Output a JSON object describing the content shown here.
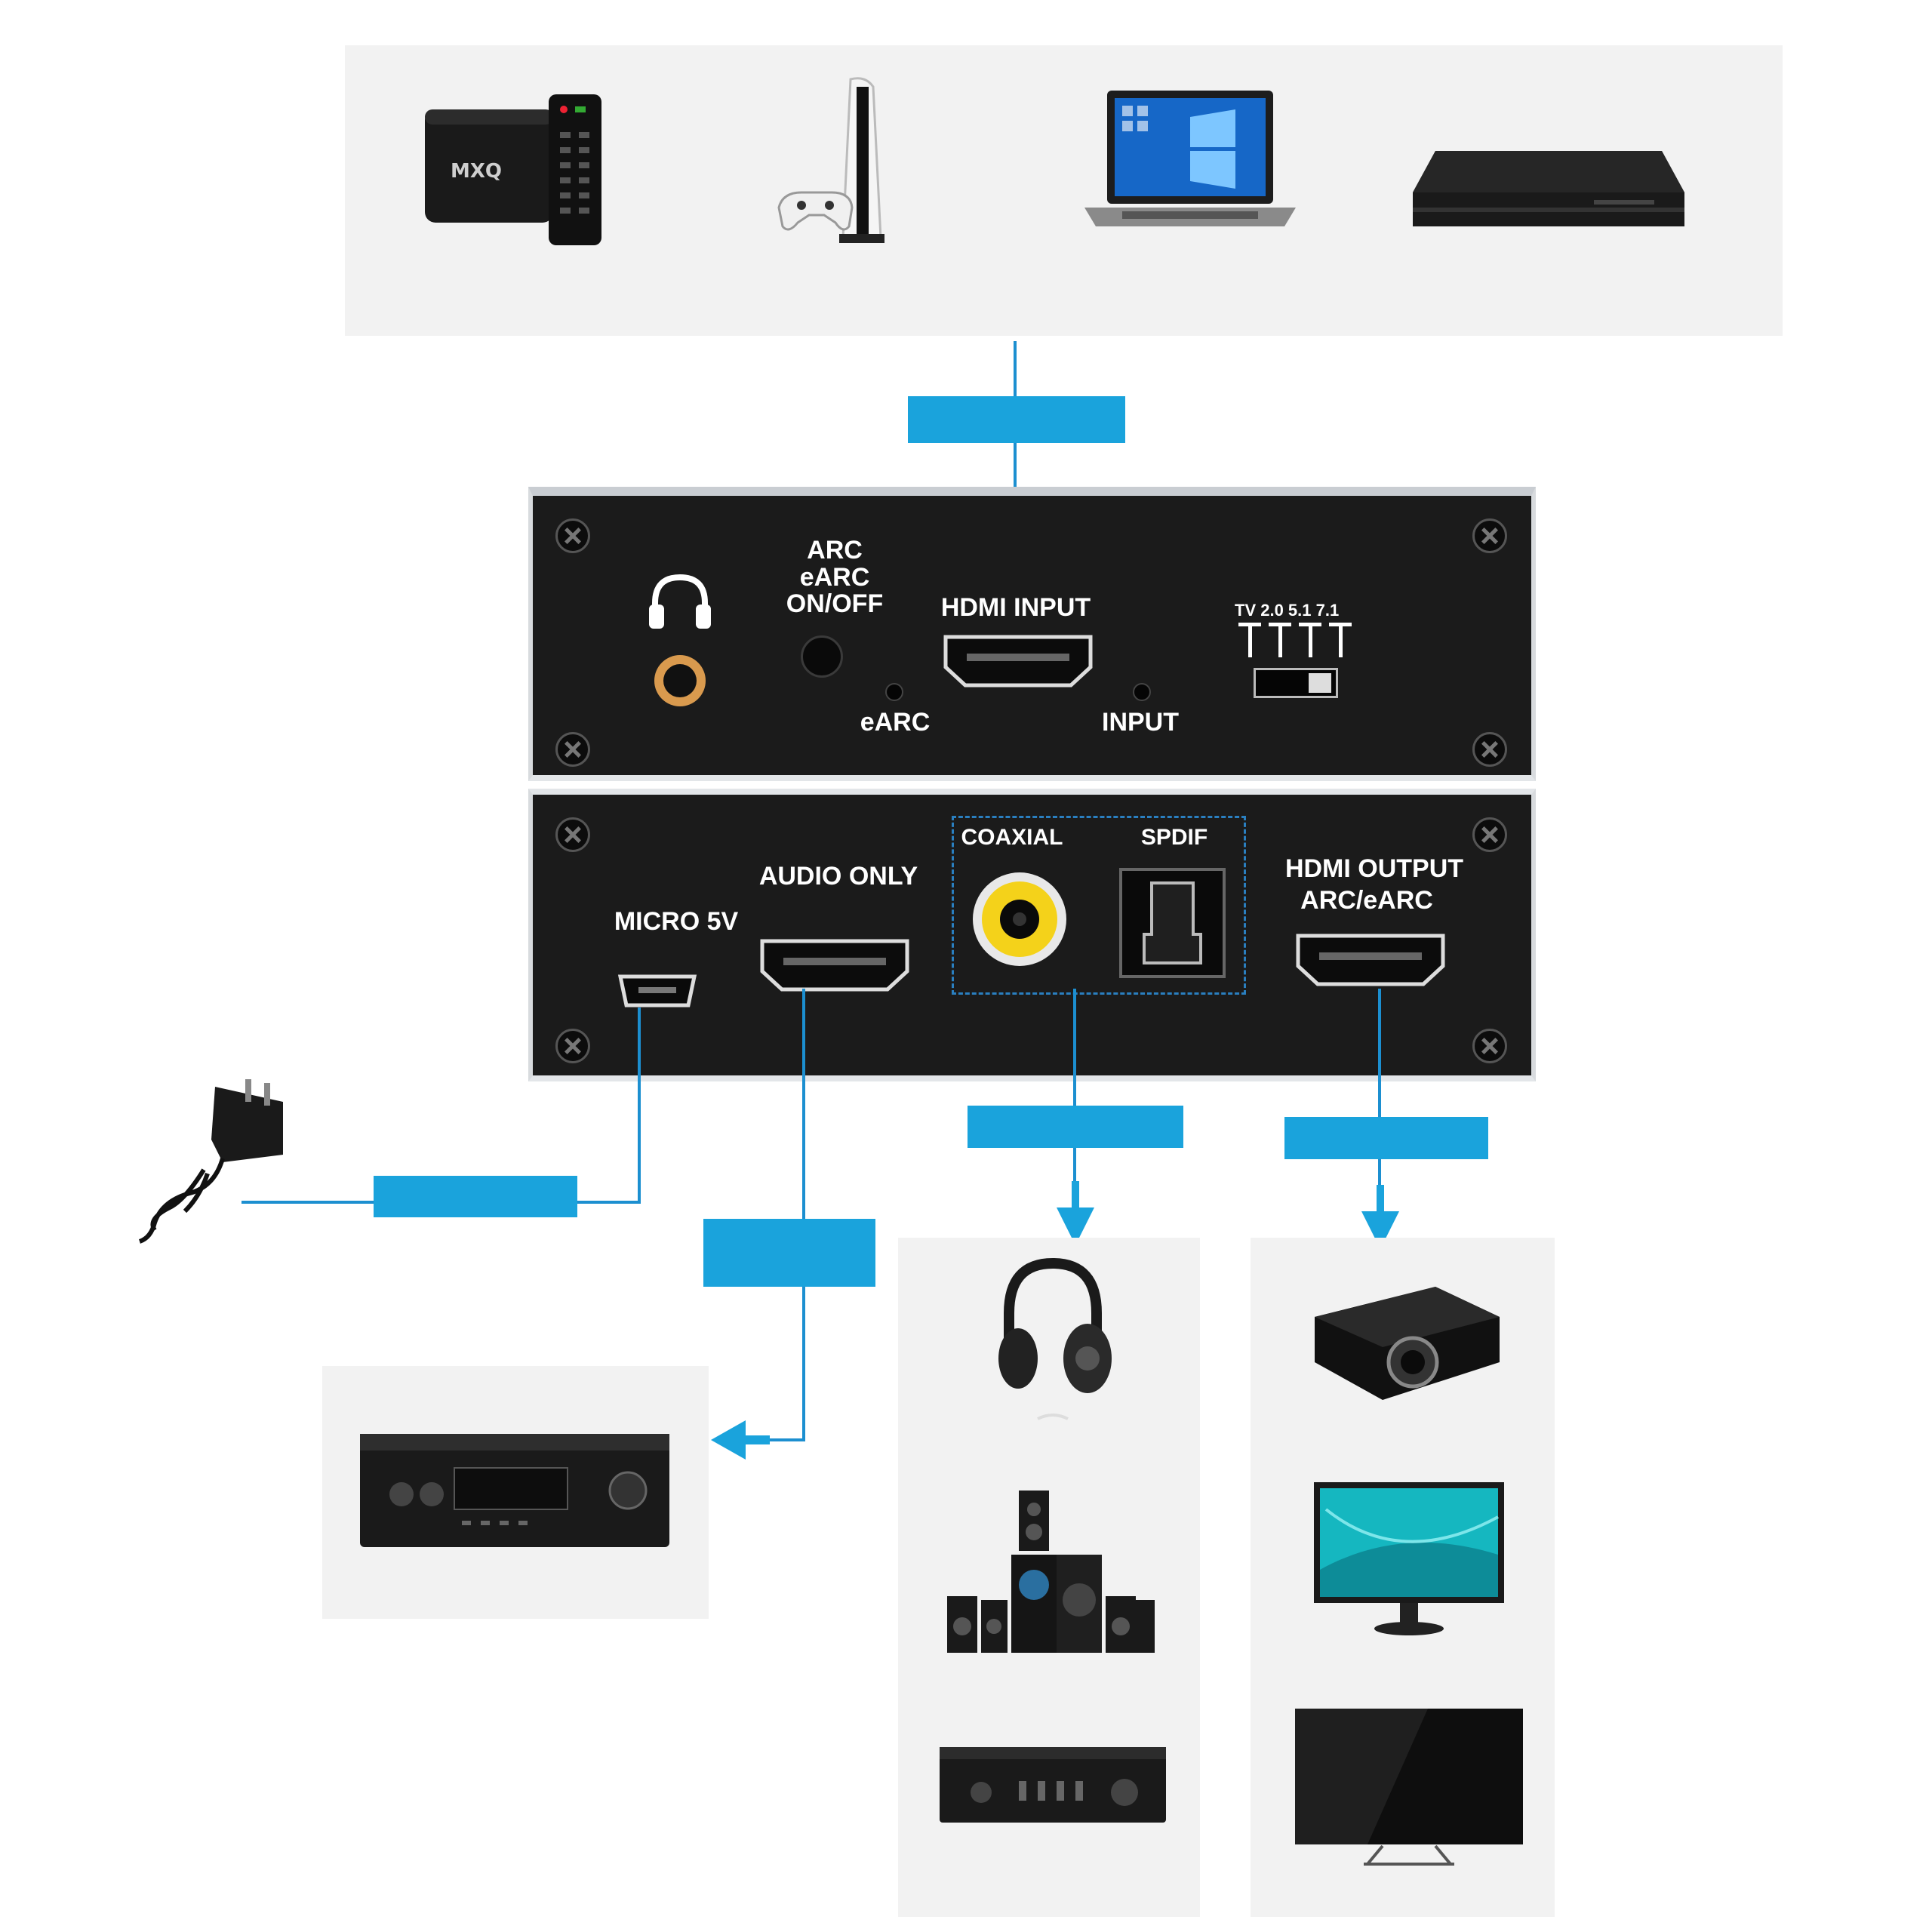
{
  "top_panel": {
    "labels": {
      "earc_button": "ARC\neARC\nON/OFF",
      "earc_led": "eARC",
      "hdmi_input": "HDMI INPUT",
      "input_led": "INPUT",
      "switch": "TV 2.0 5.1 7.1"
    }
  },
  "bottom_panel": {
    "labels": {
      "micro": "MICRO 5V",
      "audio_only": "AUDIO ONLY",
      "coaxial": "COAXIAL",
      "spdif": "SPDIF",
      "hdmi_output_1": "HDMI OUTPUT",
      "hdmi_output_2": "ARC/eARC"
    }
  },
  "devices": {
    "sources": [
      "tv-box-icon",
      "game-console-icon",
      "laptop-icon",
      "bluray-player-icon"
    ],
    "audio_outputs": [
      "headphones-icon",
      "home-theater-speakers-icon",
      "stereo-amplifier-icon"
    ],
    "video_outputs": [
      "projector-icon",
      "monitor-icon",
      "tv-icon"
    ],
    "receiver": "av-receiver-icon",
    "power": "power-adapter-icon"
  },
  "colors": {
    "accent_blue": "#1aa3dc",
    "line_blue": "#1c8fd0",
    "device_black": "#1b1b1b",
    "coaxial_yellow": "#f4d21a",
    "headphone_jack": "#d99a4e"
  }
}
